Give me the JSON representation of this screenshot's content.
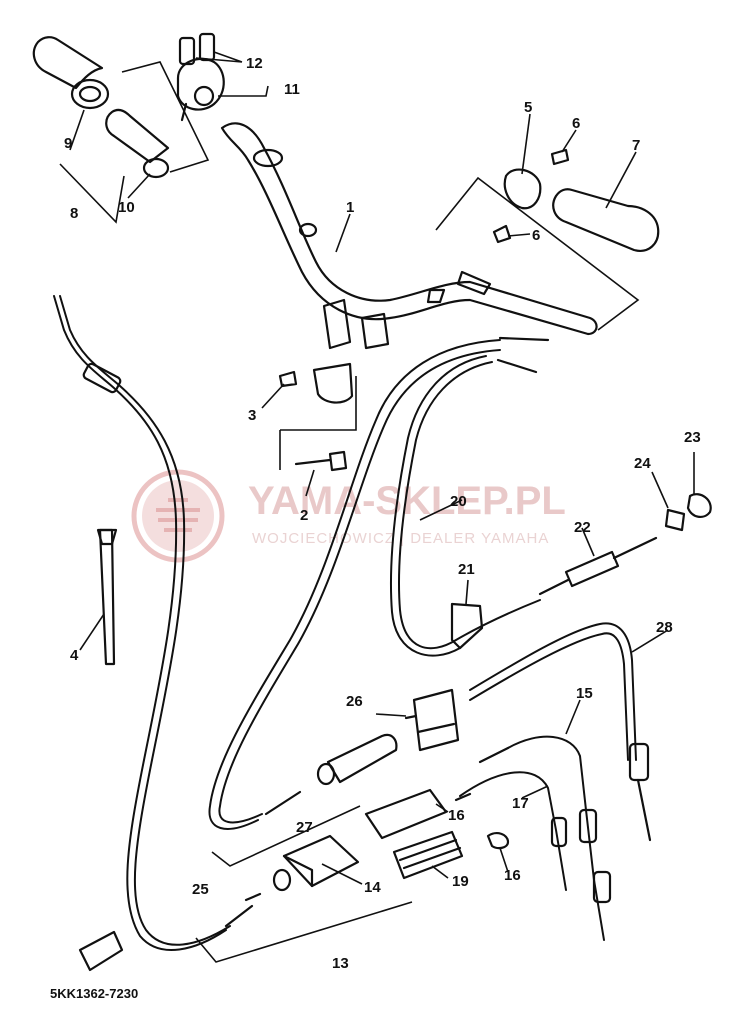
{
  "watermark": {
    "brand": "YAMA-SKLEP.PL",
    "subtitle": "WOJCIECHOWICZ | DEALER YAMAHA"
  },
  "diagram_code": "5KK1362-7230",
  "callouts": [
    "1",
    "2",
    "3",
    "4",
    "5",
    "6",
    "6",
    "7",
    "8",
    "9",
    "10",
    "11",
    "12",
    "13",
    "14",
    "15",
    "16",
    "16",
    "17",
    "19",
    "20",
    "21",
    "22",
    "23",
    "24",
    "25",
    "26",
    "27",
    "28"
  ],
  "colors": {
    "ink": "#111111",
    "watermark": "#e8b8b8",
    "background": "#ffffff"
  }
}
